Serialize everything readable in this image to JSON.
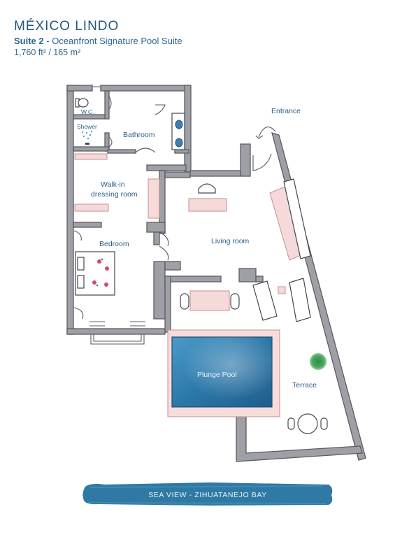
{
  "header": {
    "title": "MÉXICO LINDO",
    "suite_number": "Suite 2",
    "suite_separator": " - ",
    "suite_name": "Oceanfront Signature Pool Suite",
    "area": "1,760 ft² / 165 m²"
  },
  "rooms": {
    "wc": "W.C.",
    "shower": "Shower",
    "bathroom": "Bathroom",
    "walkin_line1": "Walk-in",
    "walkin_line2": "dressing room",
    "bedroom": "Bedroom",
    "living": "Living room",
    "entrance": "Entrance",
    "pool": "Plunge Pool",
    "terrace": "Terrace"
  },
  "banner": {
    "text": "SEA VIEW - ZIHUATANEJO BAY"
  },
  "colors": {
    "title": "#24577f",
    "wall": "#9ea0a6",
    "pool": "#2f7fb0",
    "banner": "#2f79a4",
    "pink_furniture": "#f6d9d9"
  }
}
